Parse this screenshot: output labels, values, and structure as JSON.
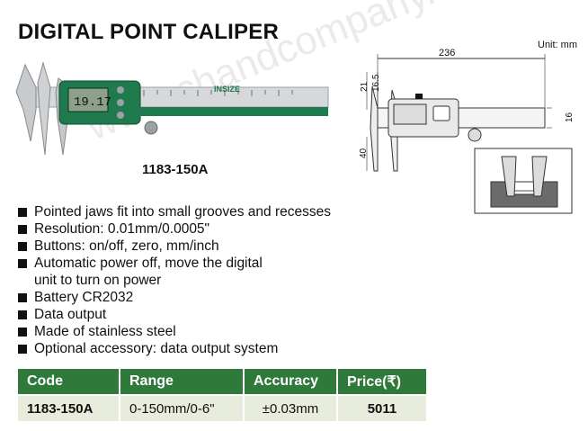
{
  "title": "DIGITAL POINT CALIPER",
  "watermark": "www.chandcompany.com",
  "product": {
    "model_label": "1183-150A",
    "display_reading": "19.17",
    "brand": "INSIZE"
  },
  "drawing": {
    "unit": "Unit: mm",
    "dimensions": {
      "length": "236",
      "jaw_top_a": "21",
      "jaw_top_b": "16.5",
      "jaw_bottom": "40",
      "beam": "16"
    }
  },
  "features": [
    "Pointed jaws fit into small grooves and recesses",
    "Resolution: 0.01mm/0.0005\"",
    "Buttons: on/off, zero, mm/inch",
    "Automatic power off, move the digital",
    "unit to turn on power",
    "Battery CR2032",
    "Data output",
    "Made of stainless steel",
    "Optional accessory: data output system"
  ],
  "table": {
    "headers": [
      "Code",
      "Range",
      "Accuracy",
      "Price(₹)"
    ],
    "row": [
      "1183-150A",
      "0-150mm/0-6\"",
      "±0.03mm",
      "5011"
    ]
  },
  "colors": {
    "header_bg": "#2f7a3b",
    "row_bg": "#e8ecdc",
    "caliper_green": "#1f7a4d"
  }
}
